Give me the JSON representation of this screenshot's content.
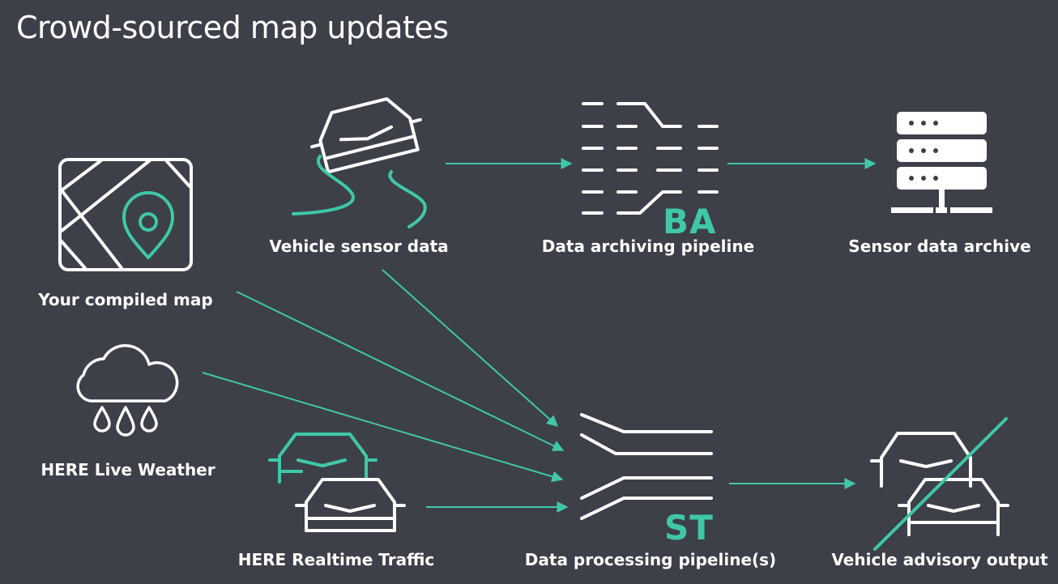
{
  "title": "Crowd-sourced map updates",
  "colors": {
    "background": "#3d4049",
    "accent": "#3fc8a8",
    "foreground": "#ffffff"
  },
  "nodes": {
    "compiled_map": {
      "label": "Your compiled map",
      "icon": "map-pin-icon"
    },
    "live_weather": {
      "label": "HERE Live Weather",
      "icon": "rain-cloud-icon"
    },
    "realtime_traffic": {
      "label": "HERE Realtime Traffic",
      "icon": "traffic-cars-icon"
    },
    "vehicle_sensor": {
      "label": "Vehicle sensor data",
      "icon": "car-road-icon"
    },
    "archiving_pipeline": {
      "label": "Data archiving pipeline",
      "badge": "BA",
      "icon": "pipeline-lanes-icon"
    },
    "sensor_archive": {
      "label": "Sensor data archive",
      "icon": "server-icon"
    },
    "processing_pipeline": {
      "label": "Data processing pipeline(s)",
      "badge": "ST",
      "icon": "pipeline-merge-icon"
    },
    "advisory_output": {
      "label": "Vehicle advisory output",
      "icon": "cars-crossed-icon"
    }
  }
}
